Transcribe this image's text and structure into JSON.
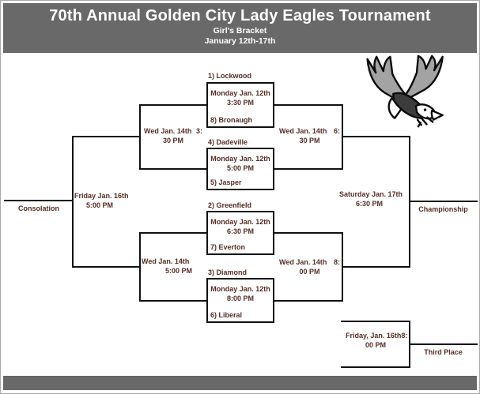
{
  "header": {
    "title": "70th Annual Golden City Lady Eagles Tournament",
    "subtitle1": "Girl's Bracket",
    "subtitle2": "January 12th-17th"
  },
  "games": {
    "game1": {
      "top_team": "1) Lockwood",
      "bottom_team": "8) Bronaugh",
      "date": "Monday Jan. 12th",
      "time": "3:30 PM"
    },
    "game2": {
      "top_team": "4) Dadeville",
      "bottom_team": "5) Jasper",
      "date": "Monday Jan. 12th",
      "time": "5:00 PM"
    },
    "game3": {
      "top_team": "2) Greenfield",
      "bottom_team": "7) Everton",
      "date": "Monday Jan. 12th",
      "time": "6:30 PM"
    },
    "game4": {
      "top_team": "3) Diamond",
      "bottom_team": "6) Liberal",
      "date": "Monday Jan. 12th",
      "time": "8:00 PM"
    }
  },
  "slots": {
    "left_semi_top": {
      "date": "Wed Jan. 14th",
      "time_prefix": "3:",
      "time_suffix": "30 PM"
    },
    "left_semi_bottom": {
      "date": "Wed Jan. 14th",
      "time": "5:00 PM"
    },
    "right_semi_top": {
      "date": "Wed Jan. 14th",
      "time_prefix": "6:",
      "time_suffix": "30 PM"
    },
    "right_semi_bottom": {
      "date": "Wed Jan. 14th",
      "time_prefix": "8:",
      "time_suffix": "00 PM"
    },
    "consolation_game": {
      "date": "Friday Jan. 16th",
      "time": "5:00 PM"
    },
    "championship_game": {
      "date": "Saturday Jan. 17th",
      "time": "6:30 PM"
    },
    "third_place_game": {
      "date": "Friday, Jan. 16th",
      "time_prefix": "8:",
      "time_suffix": "00 PM"
    }
  },
  "round_labels": {
    "consolation": "Consolation",
    "championship": "Championship",
    "third_place": "Third Place"
  },
  "icons": {
    "logo": "eagle-logo"
  },
  "colors": {
    "header_bg": "#696969",
    "bracket_text": "#552d26",
    "line": "#111111"
  }
}
